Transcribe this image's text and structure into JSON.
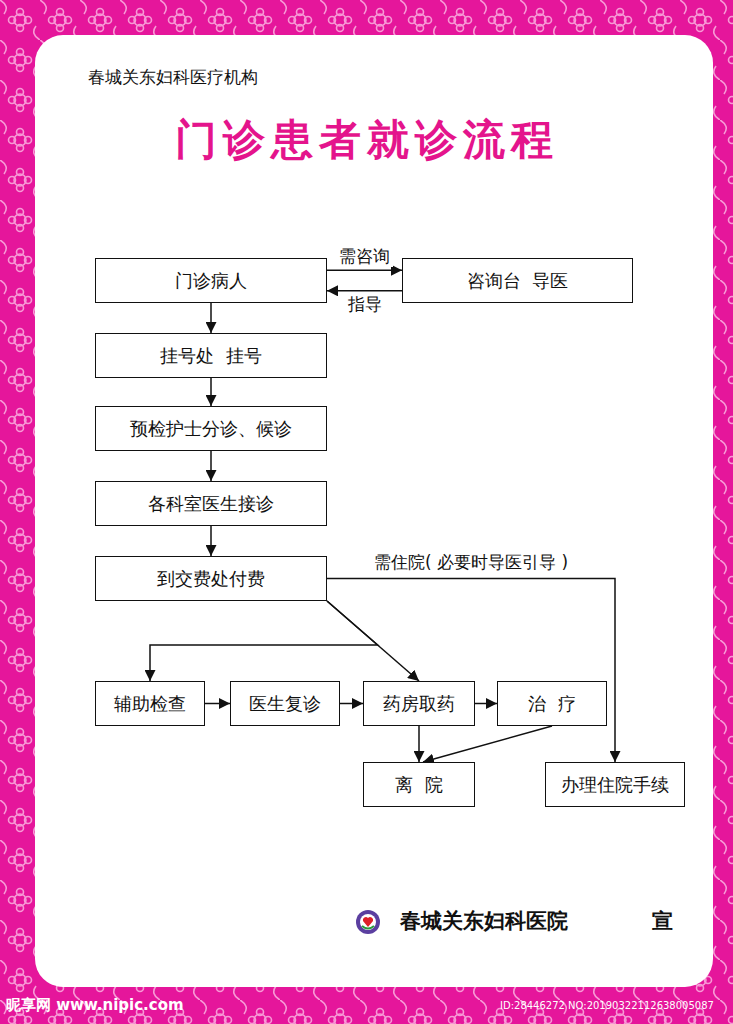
{
  "diagram": {
    "title": "门诊患者就诊流程",
    "nodes": [
      {
        "text": [
          "门诊病人"
        ]
      },
      {
        "text": [
          "咨询台  导医"
        ]
      },
      {
        "text": [
          "挂号处  挂号"
        ]
      },
      {
        "text": [
          "预检护士分诊、候诊"
        ]
      },
      {
        "text": [
          "各科室医生接诊"
        ]
      },
      {
        "text": [
          "到交费处付费"
        ]
      },
      {
        "text": [
          "辅助检查"
        ]
      },
      {
        "text": [
          "医生复诊"
        ]
      },
      {
        "text": [
          "药房取药"
        ]
      },
      {
        "text": [
          "治  疗"
        ]
      },
      {
        "text": [
          "离  院"
        ]
      },
      {
        "text": [
          "办理住院手续"
        ]
      }
    ],
    "edges": [
      {
        "from": 0,
        "to": 1,
        "label": "需咨询",
        "arrow": "to"
      },
      {
        "from": 1,
        "to": 0,
        "label": "指导",
        "arrow": "to"
      },
      {
        "from": 0,
        "to": 2,
        "arrow": "to"
      },
      {
        "from": 2,
        "to": 3,
        "arrow": "to"
      },
      {
        "from": 3,
        "to": 4,
        "arrow": "to"
      },
      {
        "from": 4,
        "to": 5,
        "arrow": "to"
      },
      {
        "from": 5,
        "to": 11,
        "label": "需住院( 必要时导医引导 )",
        "arrow": "to"
      },
      {
        "from": 5,
        "to": 8,
        "arrow": "to"
      },
      {
        "from": 5,
        "to": 6,
        "arrow": "to"
      },
      {
        "from": 6,
        "to": 7,
        "arrow": "to"
      },
      {
        "from": 7,
        "to": 8,
        "arrow": "to"
      },
      {
        "from": 8,
        "to": 9,
        "arrow": "to"
      },
      {
        "from": 8,
        "to": 10,
        "arrow": "to"
      },
      {
        "from": 9,
        "to": 10,
        "arrow": "to"
      }
    ],
    "labels": [
      "春城关东妇科医疗机构",
      "春城关东妇科医院",
      "宣",
      "昵享网 www.nipic.com",
      "ID:28446272 NO:20190322112638005087"
    ]
  }
}
